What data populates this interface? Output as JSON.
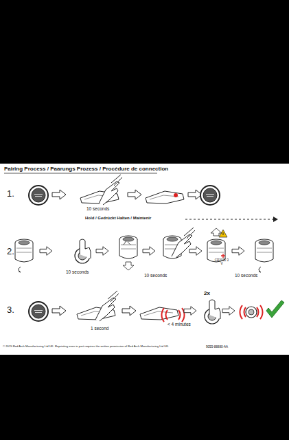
{
  "diagram": {
    "title": "Pairing Process / Paarungs Prozess / Procédure de connection",
    "labels": [
      "1.",
      "10 seconds",
      "2.",
      "Hold / Gedrückt Halten / Maintenir",
      "10 seconds",
      "10 seconds",
      "CR2032 3 V",
      "10 seconds",
      "3.",
      "1 second",
      "< 4 minutes",
      "2x",
      "© 2015 Red Arch Manufacturing Ltd UK.  Reprinting even in part requires the written permission of Red Arch Manufacturing Ltd UK.",
      "9055-88880-AA"
    ]
  }
}
